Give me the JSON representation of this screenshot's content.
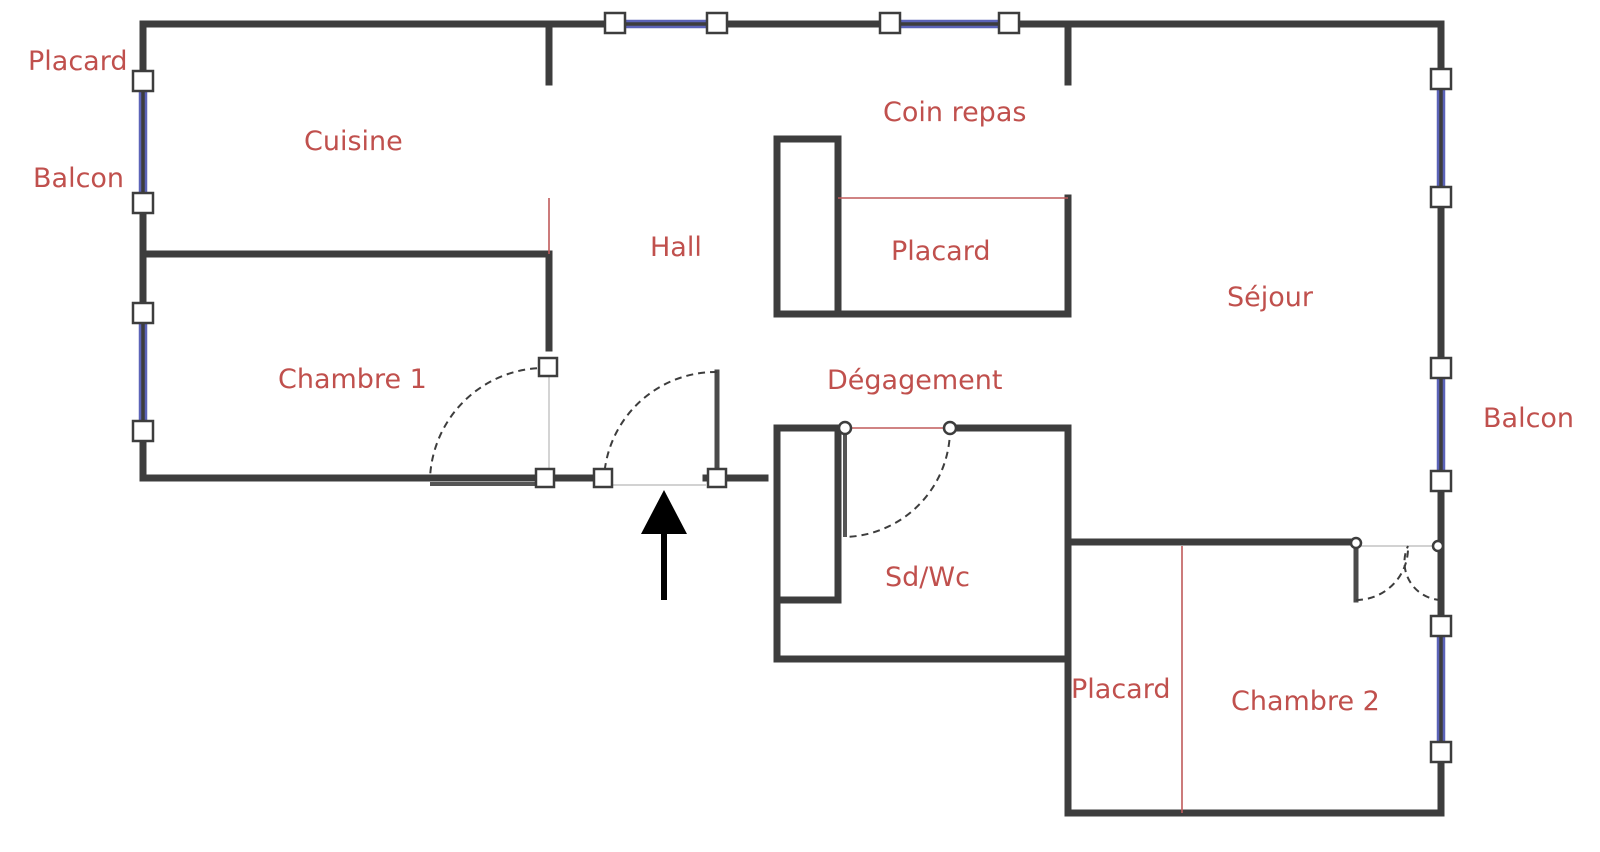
{
  "labels": {
    "placard_top_left": "Placard",
    "balcon_left": "Balcon",
    "cuisine": "Cuisine",
    "hall": "Hall",
    "coin_repas": "Coin repas",
    "placard_center": "Placard",
    "sejour": "Séjour",
    "chambre_1": "Chambre 1",
    "degagement": "Dégagement",
    "balcon_right": "Balcon",
    "sd_wc": "Sd/Wc",
    "placard_bottom": "Placard",
    "chambre_2": "Chambre 2"
  },
  "colors": {
    "label": "#c0504d",
    "wall": "#3d3d3d",
    "window": "#5b63b8"
  }
}
